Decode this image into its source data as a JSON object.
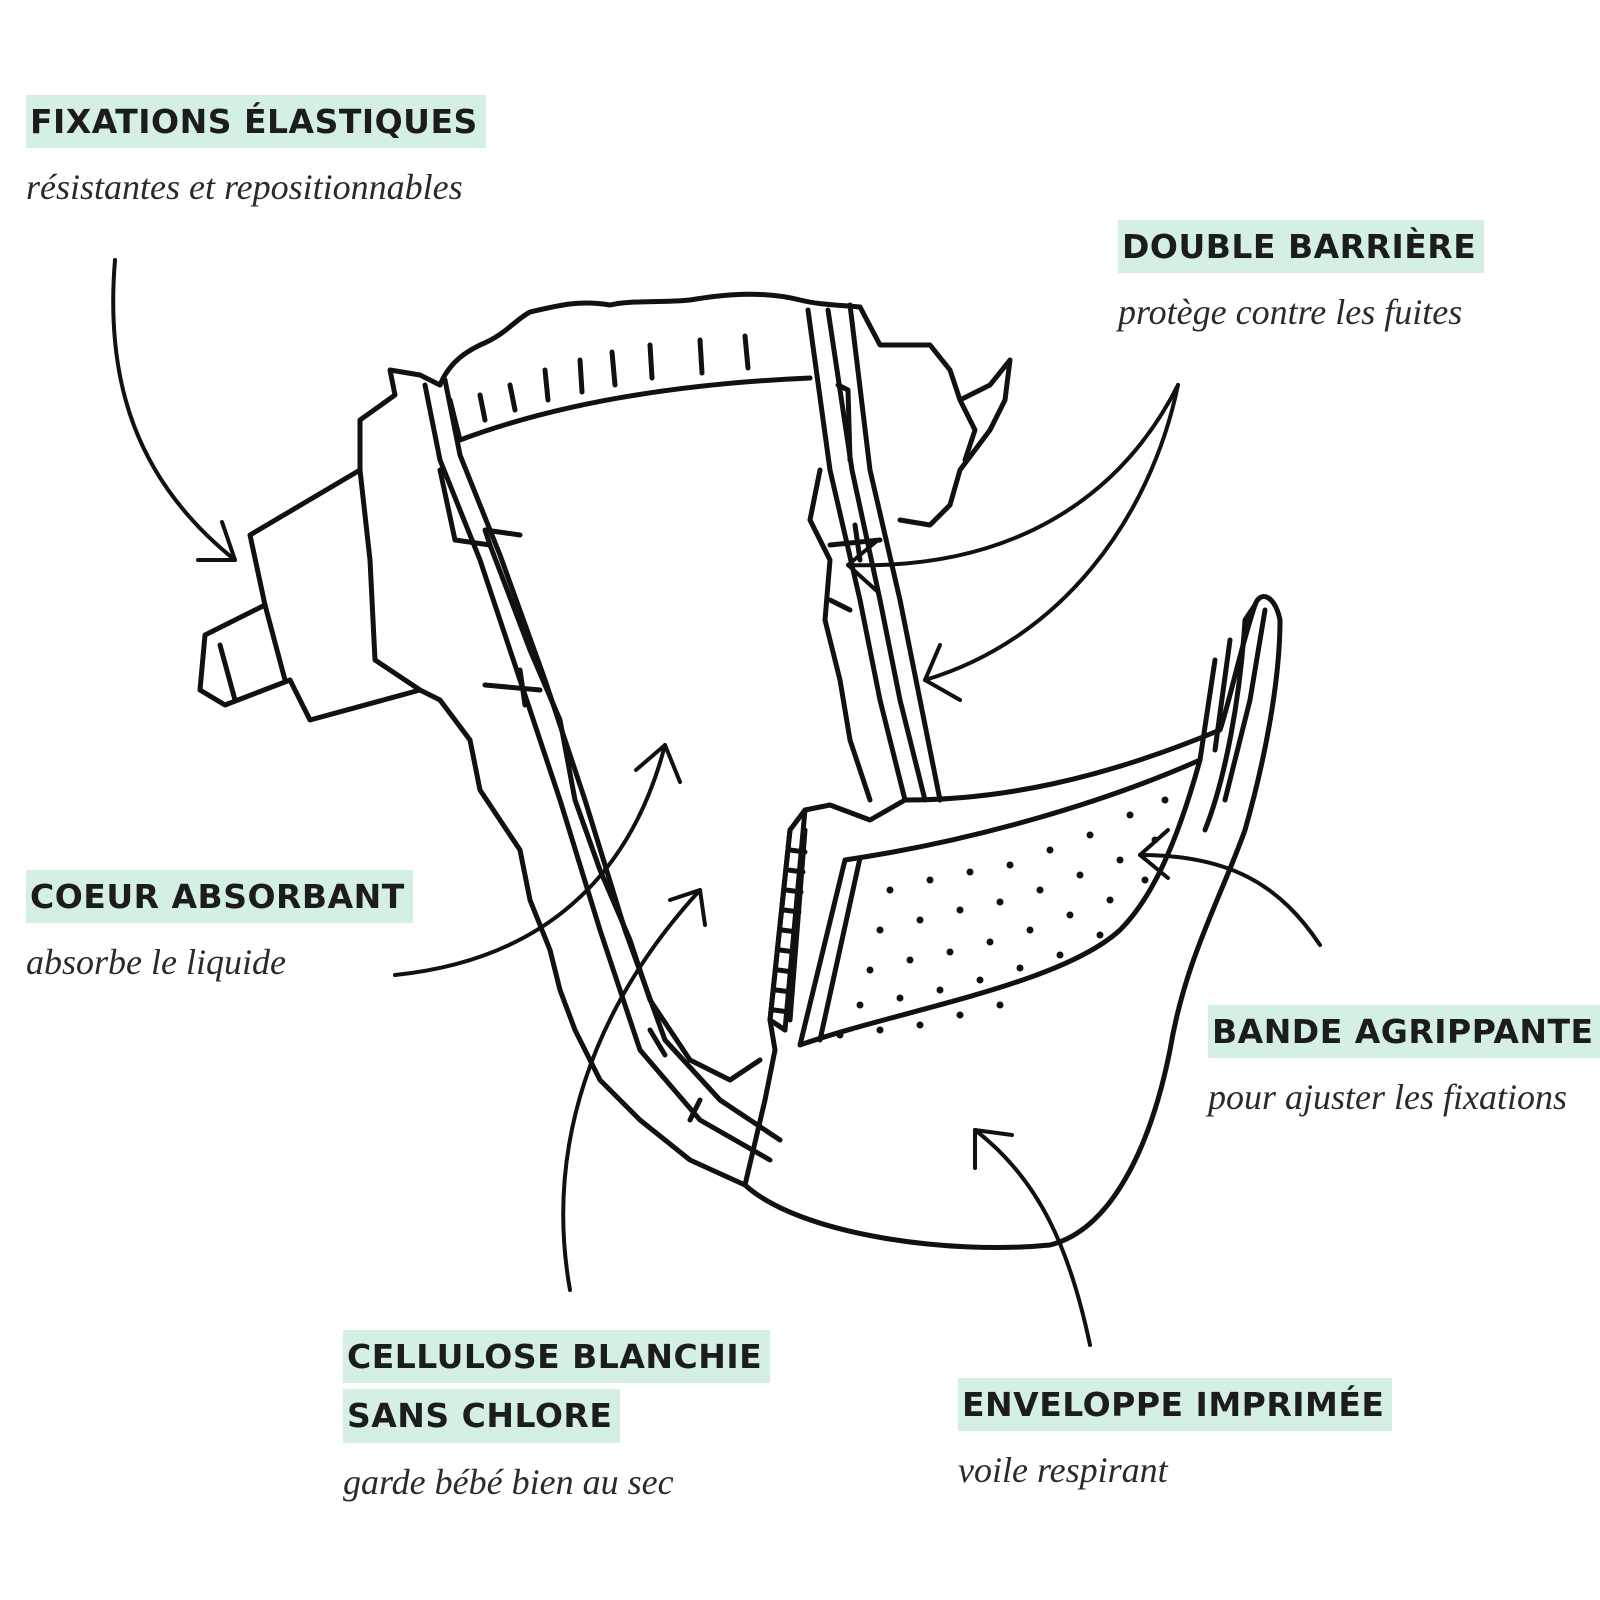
{
  "colors": {
    "highlight": "#d4f0e2",
    "line": "#111111",
    "text": "#1c1c1c"
  },
  "labels": {
    "fixations": {
      "title": "FIXATIONS ÉLASTIQUES",
      "subtitle": "résistantes et repositionnables"
    },
    "double_barriere": {
      "title": "DOUBLE BARRIÈRE",
      "subtitle": "protège contre les fuites"
    },
    "coeur": {
      "title": "COEUR ABSORBANT",
      "subtitle": "absorbe le liquide"
    },
    "bande": {
      "title": "BANDE AGRIPPANTE",
      "subtitle": "pour ajuster les fixations"
    },
    "cellulose": {
      "title_line1": "CELLULOSE BLANCHIE",
      "title_line2": "SANS CHLORE",
      "subtitle": "garde bébé bien au sec"
    },
    "enveloppe": {
      "title": "ENVELOPPE IMPRIMÉE",
      "subtitle": "voile respirant"
    }
  }
}
